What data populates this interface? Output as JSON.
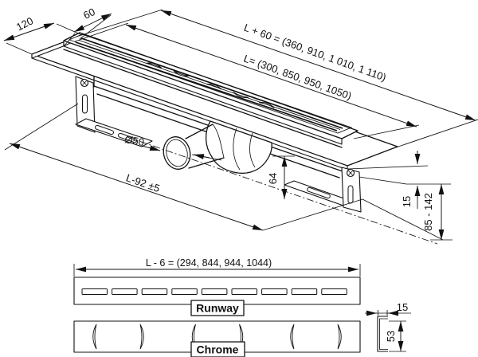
{
  "page": {
    "background": "#ffffff",
    "line_color": "#111111"
  },
  "main_view": {
    "dims": {
      "plate_width": "120",
      "rim_width": "60",
      "total_length": "L + 60 = (360, 910, 1 010, 1 110)",
      "channel_length": "L= (300, 850, 950, 1050)",
      "outlet_diameter": "Ø50",
      "outlet_position": "L-92 ±5",
      "trap_depth": "64",
      "edge_height": "15",
      "installation_height": "85 - 142"
    }
  },
  "grate_view": {
    "grate_length": "L - 6 = (294, 844, 944, 1044)",
    "variants": [
      {
        "label": "Runway"
      },
      {
        "label": "Chrome"
      }
    ]
  },
  "profile_view": {
    "flange_width": "15",
    "profile_height": "53"
  }
}
